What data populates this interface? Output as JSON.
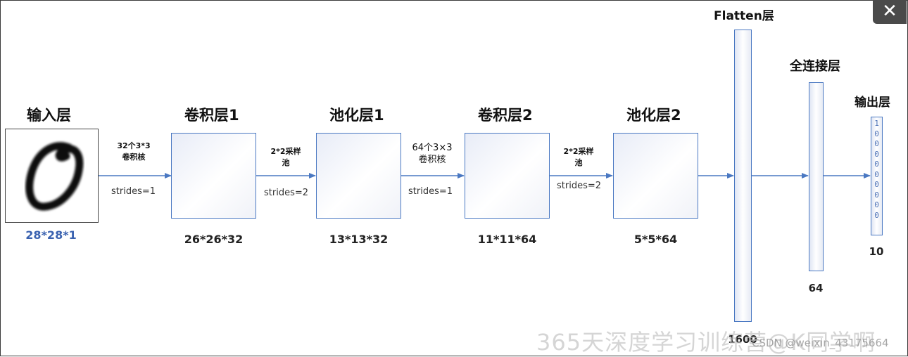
{
  "layers": {
    "input": {
      "title": "输入层",
      "dim": "28*28*1"
    },
    "conv1": {
      "title": "卷积层1",
      "dim": "26*26*32"
    },
    "pool1": {
      "title": "池化层1",
      "dim": "13*13*32"
    },
    "conv2": {
      "title": "卷积层2",
      "dim": "11*11*64"
    },
    "pool2": {
      "title": "池化层2",
      "dim": "5*5*64"
    },
    "flatten": {
      "title": "Flatten层",
      "dim": "1600"
    },
    "dense": {
      "title": "全连接层",
      "dim": "64"
    },
    "output": {
      "title": "输出层",
      "dim": "10",
      "values": [
        "1",
        "0",
        "0",
        "0",
        "0",
        "0",
        "0",
        "0",
        "0",
        "0"
      ]
    }
  },
  "ops": {
    "op1": {
      "line1": "32个3*3",
      "line2": "卷积核",
      "strides": "strides=1"
    },
    "op2": {
      "line1": "2*2采样",
      "line2": "池",
      "strides": "strides=2"
    },
    "op3": {
      "line1": "64个3×3",
      "line2": "卷积核",
      "strides": "strides=1"
    },
    "op4": {
      "line1": "2*2采样",
      "line2": "池",
      "strides": "strides=2"
    }
  },
  "window": {
    "close_label": "✕"
  },
  "watermark": {
    "main": "365天深度学习训练营@K同学啊",
    "small": "CSDN @weixin_43175664"
  },
  "colors": {
    "arrow": "#4a78c2",
    "box_border": "#4a78c2",
    "input_dim": "#3a62b0"
  }
}
